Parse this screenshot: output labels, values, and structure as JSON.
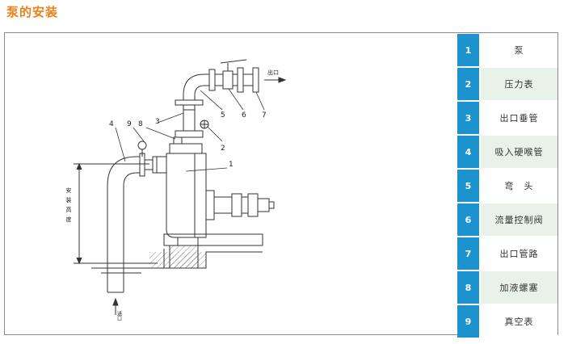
{
  "title": "泵的安装",
  "diagram": {
    "callouts": [
      "1",
      "2",
      "3",
      "4",
      "5",
      "6",
      "7",
      "8",
      "9"
    ],
    "outlet_label": "出口",
    "inlet_label": "进口",
    "height_label": "安装高度"
  },
  "parts": [
    {
      "no": "1",
      "name": "泵"
    },
    {
      "no": "2",
      "name": "压力表"
    },
    {
      "no": "3",
      "name": "出口垂管"
    },
    {
      "no": "4",
      "name": "吸入硬喉管"
    },
    {
      "no": "5",
      "name": "弯　头"
    },
    {
      "no": "6",
      "name": "流量控制阀"
    },
    {
      "no": "7",
      "name": "出口管路"
    },
    {
      "no": "8",
      "name": "加液螺塞"
    },
    {
      "no": "9",
      "name": "真空表"
    }
  ],
  "colors": {
    "title": "#ee7f1a",
    "number_cell": "#1c93cf",
    "shaded_row": "#e9f2e9"
  }
}
